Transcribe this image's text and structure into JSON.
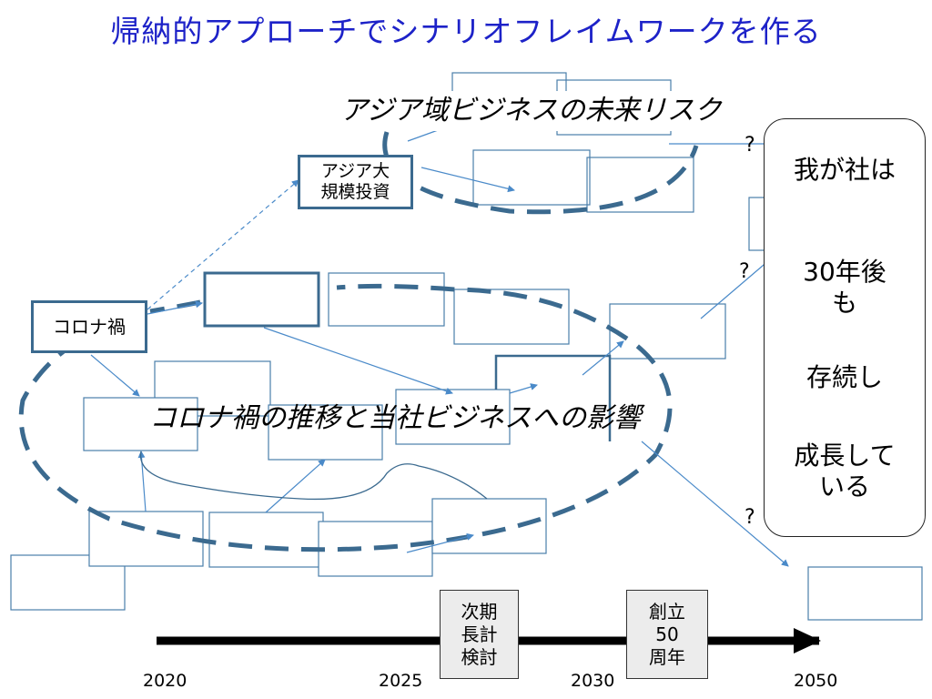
{
  "title": "帰納的アプローチでシナリオフレイムワークを作る",
  "labels": {
    "asia_future": "アジア域ビジネスの未来リスク",
    "corona_impact": "コロナ禍の推移と当社ビジネスへの影響",
    "corona": "コロナ禍",
    "asia_invest": "アジア大\n規模投資"
  },
  "question_mark": "?",
  "right_panel": {
    "line1": "我が社は",
    "line2": "30年後\nも",
    "line3": "存続し",
    "line4": "成長して\nいる"
  },
  "milestones": {
    "next_plan": "次期\n長計\n検討",
    "anniversary": "創立\n50\n周年"
  },
  "timeline": {
    "years": [
      "2020",
      "2025",
      "2030",
      "2050"
    ]
  },
  "colors": {
    "title": "#1d22c8",
    "box_outline": "#3b6a8f",
    "arrow": "#4a8ac9",
    "ellipse": "#3b6a8f"
  }
}
